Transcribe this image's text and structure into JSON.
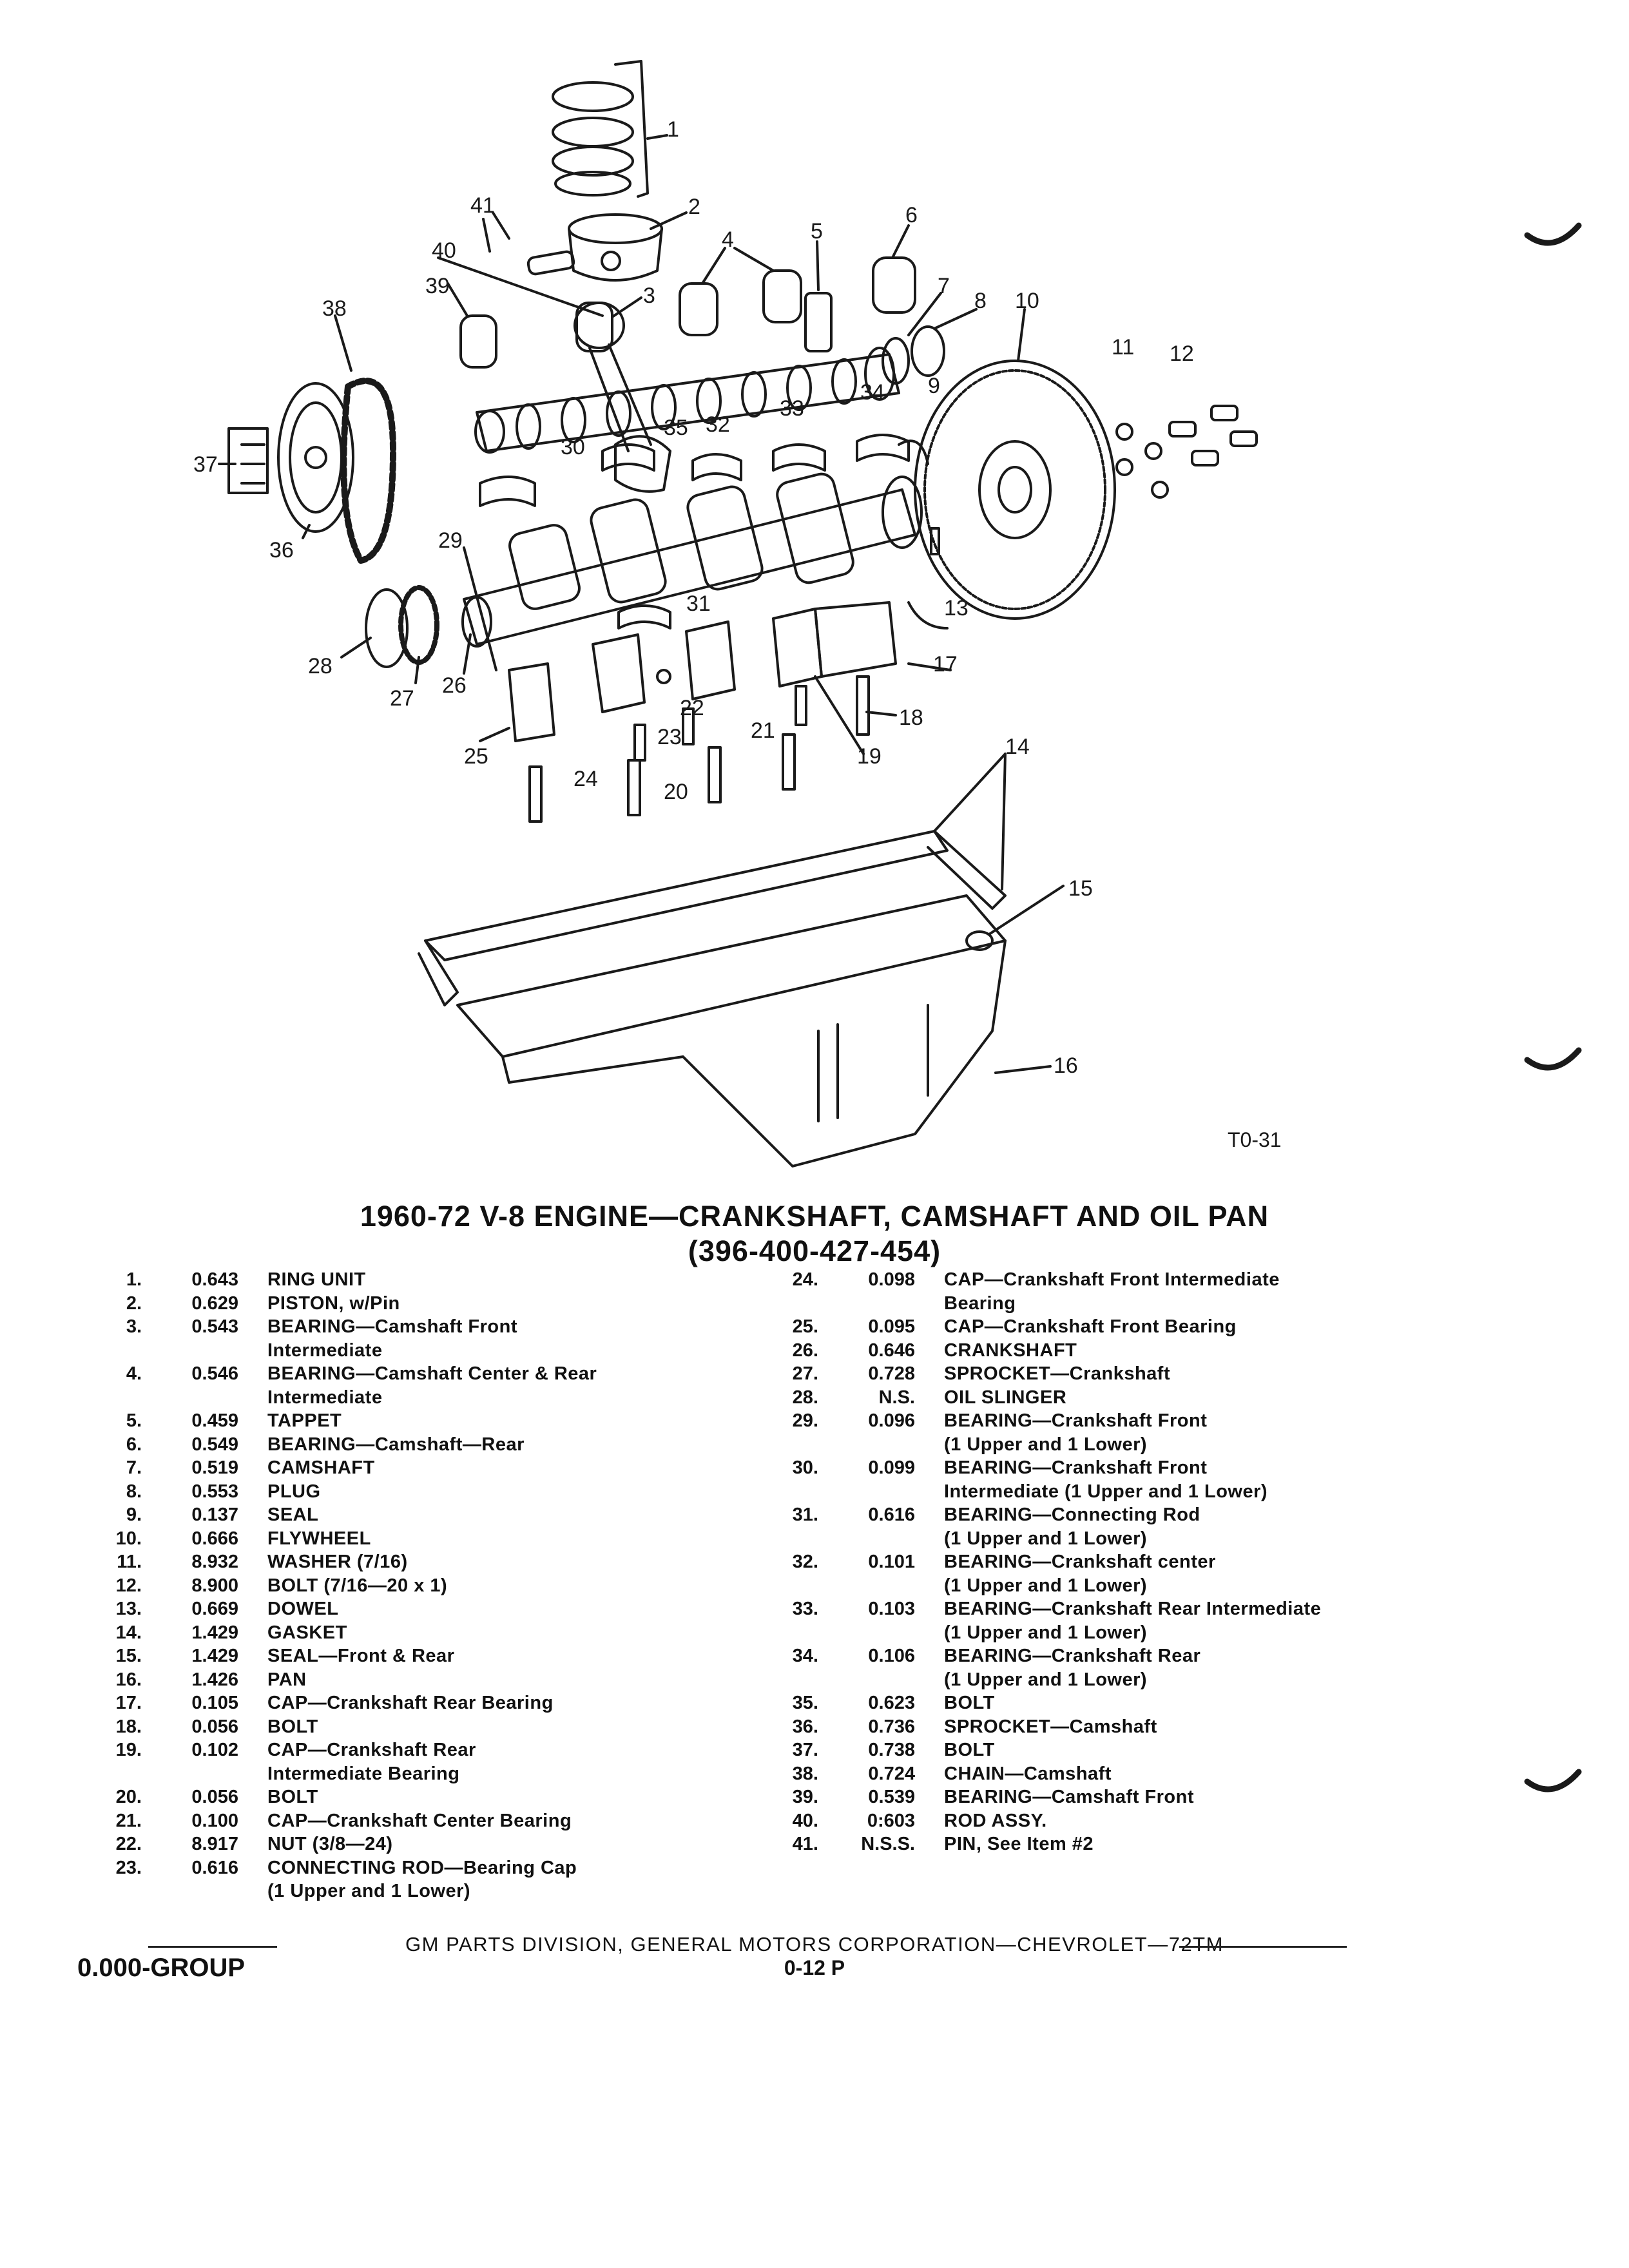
{
  "diagram": {
    "reference_code": "T0-31",
    "callouts": [
      "1",
      "2",
      "3",
      "4",
      "5",
      "6",
      "7",
      "8",
      "9",
      "10",
      "11",
      "12",
      "13",
      "14",
      "15",
      "16",
      "17",
      "18",
      "19",
      "20",
      "21",
      "22",
      "23",
      "24",
      "25",
      "26",
      "27",
      "28",
      "29",
      "30",
      "31",
      "32",
      "33",
      "34",
      "35",
      "36",
      "37",
      "38",
      "39",
      "40",
      "41"
    ]
  },
  "title": {
    "line1": "1960-72 V-8 ENGINE—CRANKSHAFT, CAMSHAFT AND OIL PAN",
    "line2": "(396-400-427-454)"
  },
  "parts_left": [
    {
      "num": "1.",
      "code": "0.643",
      "desc": [
        "RING UNIT"
      ]
    },
    {
      "num": "2.",
      "code": "0.629",
      "desc": [
        "PISTON, w/Pin"
      ]
    },
    {
      "num": "3.",
      "code": "0.543",
      "desc": [
        "BEARING—Camshaft Front",
        "Intermediate"
      ]
    },
    {
      "num": "4.",
      "code": "0.546",
      "desc": [
        "BEARING—Camshaft Center & Rear",
        "Intermediate"
      ]
    },
    {
      "num": "5.",
      "code": "0.459",
      "desc": [
        "TAPPET"
      ]
    },
    {
      "num": "6.",
      "code": "0.549",
      "desc": [
        "BEARING—Camshaft—Rear"
      ]
    },
    {
      "num": "7.",
      "code": "0.519",
      "desc": [
        "CAMSHAFT"
      ]
    },
    {
      "num": "8.",
      "code": "0.553",
      "desc": [
        "PLUG"
      ]
    },
    {
      "num": "9.",
      "code": "0.137",
      "desc": [
        "SEAL"
      ]
    },
    {
      "num": "10.",
      "code": "0.666",
      "desc": [
        "FLYWHEEL"
      ]
    },
    {
      "num": "11.",
      "code": "8.932",
      "desc": [
        "WASHER (7/16)"
      ]
    },
    {
      "num": "12.",
      "code": "8.900",
      "desc": [
        "BOLT (7/16—20 x 1)"
      ]
    },
    {
      "num": "13.",
      "code": "0.669",
      "desc": [
        "DOWEL"
      ]
    },
    {
      "num": "14.",
      "code": "1.429",
      "desc": [
        "GASKET"
      ]
    },
    {
      "num": "15.",
      "code": "1.429",
      "desc": [
        "SEAL—Front & Rear"
      ]
    },
    {
      "num": "16.",
      "code": "1.426",
      "desc": [
        "PAN"
      ]
    },
    {
      "num": "17.",
      "code": "0.105",
      "desc": [
        "CAP—Crankshaft Rear Bearing"
      ]
    },
    {
      "num": "18.",
      "code": "0.056",
      "desc": [
        "BOLT"
      ]
    },
    {
      "num": "19.",
      "code": "0.102",
      "desc": [
        "CAP—Crankshaft Rear",
        "Intermediate Bearing"
      ]
    },
    {
      "num": "20.",
      "code": "0.056",
      "desc": [
        "BOLT"
      ]
    },
    {
      "num": "21.",
      "code": "0.100",
      "desc": [
        "CAP—Crankshaft Center Bearing"
      ]
    },
    {
      "num": "22.",
      "code": "8.917",
      "desc": [
        "NUT (3/8—24)"
      ]
    },
    {
      "num": "23.",
      "code": "0.616",
      "desc": [
        "CONNECTING ROD—Bearing Cap",
        "(1 Upper and 1 Lower)"
      ]
    }
  ],
  "parts_right": [
    {
      "num": "24.",
      "code": "0.098",
      "desc": [
        "CAP—Crankshaft Front Intermediate",
        "Bearing"
      ]
    },
    {
      "num": "25.",
      "code": "0.095",
      "desc": [
        "CAP—Crankshaft Front Bearing"
      ]
    },
    {
      "num": "26.",
      "code": "0.646",
      "desc": [
        "CRANKSHAFT"
      ]
    },
    {
      "num": "27.",
      "code": "0.728",
      "desc": [
        "SPROCKET—Crankshaft"
      ]
    },
    {
      "num": "28.",
      "code": "N.S.",
      "desc": [
        "OIL SLINGER"
      ]
    },
    {
      "num": "29.",
      "code": "0.096",
      "desc": [
        "BEARING—Crankshaft Front",
        "(1 Upper and 1 Lower)"
      ]
    },
    {
      "num": "30.",
      "code": "0.099",
      "desc": [
        "BEARING—Crankshaft Front",
        "Intermediate (1 Upper and 1 Lower)"
      ]
    },
    {
      "num": "31.",
      "code": "0.616",
      "desc": [
        "BEARING—Connecting Rod",
        "(1 Upper and 1 Lower)"
      ]
    },
    {
      "num": "32.",
      "code": "0.101",
      "desc": [
        "BEARING—Crankshaft center",
        "(1 Upper and 1 Lower)"
      ]
    },
    {
      "num": "33.",
      "code": "0.103",
      "desc": [
        "BEARING—Crankshaft Rear Intermediate",
        "(1 Upper and 1 Lower)"
      ]
    },
    {
      "num": "34.",
      "code": "0.106",
      "desc": [
        "BEARING—Crankshaft Rear",
        "(1 Upper and 1 Lower)"
      ]
    },
    {
      "num": "35.",
      "code": "0.623",
      "desc": [
        "BOLT"
      ]
    },
    {
      "num": "36.",
      "code": "0.736",
      "desc": [
        "SPROCKET—Camshaft"
      ]
    },
    {
      "num": "37.",
      "code": "0.738",
      "desc": [
        "BOLT"
      ]
    },
    {
      "num": "38.",
      "code": "0.724",
      "desc": [
        "CHAIN—Camshaft"
      ]
    },
    {
      "num": "39.",
      "code": "0.539",
      "desc": [
        "BEARING—Camshaft Front"
      ]
    },
    {
      "num": "40.",
      "code": "0:603",
      "desc": [
        "ROD ASSY."
      ]
    },
    {
      "num": "41.",
      "code": "N.S.S.",
      "desc": [
        "PIN, See Item #2"
      ]
    }
  ],
  "footer": {
    "division": "GM PARTS DIVISION, GENERAL MOTORS CORPORATION—CHEVROLET—72TM",
    "group": "0.000-GROUP",
    "page": "0-12 P"
  }
}
